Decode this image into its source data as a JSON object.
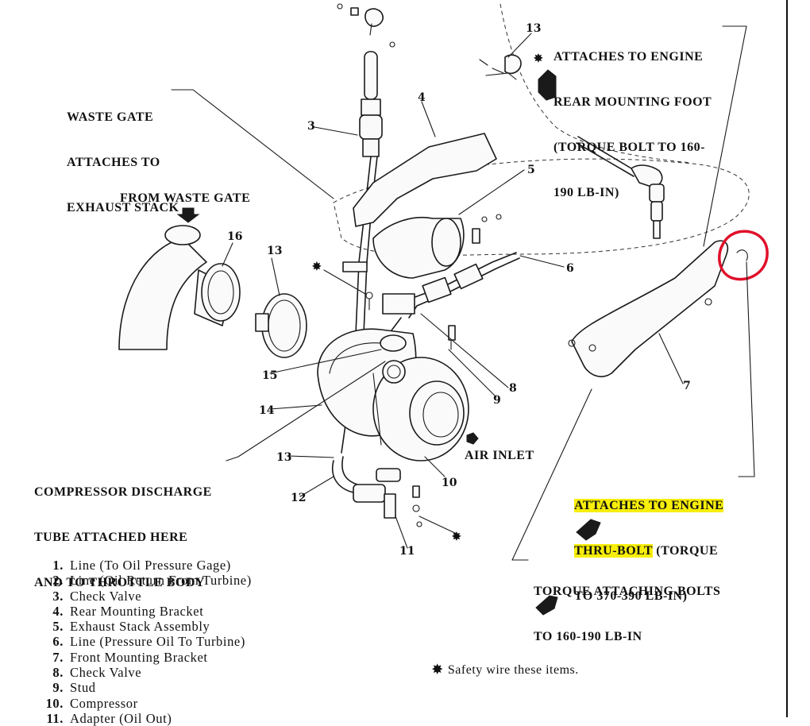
{
  "callouts": {
    "rear_foot": [
      "ATTACHES TO ENGINE",
      "REAR MOUNTING FOOT",
      "(TORQUE BOLT TO 160-",
      "190 LB-IN)"
    ],
    "waste_gate": [
      "WASTE GATE",
      "ATTACHES TO",
      "EXHAUST STACK"
    ],
    "from_waste_gate": "FROM WASTE GATE",
    "air_inlet": "AIR INLET",
    "compressor_discharge": [
      "COMPRESSOR DISCHARGE",
      "TUBE ATTACHED HERE",
      "AND TO THROTTLE BODY"
    ],
    "thru_bolt": {
      "line1_hl": "ATTACHES TO ENGINE",
      "line2_hl": "THRU-BOLT",
      "line2_rest": " (TORQUE",
      "line3": "TO 370-390 LB-IN)"
    },
    "torque_bolts": [
      "TORQUE ATTACHING BOLTS",
      "TO 160-190 LB-IN"
    ]
  },
  "part_numbers": {
    "n3": "3",
    "n4": "4",
    "n5": "5",
    "n6": "6",
    "n7": "7",
    "n8": "8",
    "n9": "9",
    "n10": "10",
    "n11": "11",
    "n12": "12",
    "n13a": "13",
    "n13b": "13",
    "n13c": "13",
    "n14": "14",
    "n15": "15",
    "n16": "16"
  },
  "legend": [
    {
      "num": "1.",
      "label": "Line (To Oil Pressure Gage)"
    },
    {
      "num": "2.",
      "label": "Line (Oil Return From Turbine)"
    },
    {
      "num": "3.",
      "label": "Check Valve"
    },
    {
      "num": "4.",
      "label": "Rear Mounting Bracket"
    },
    {
      "num": "5.",
      "label": "Exhaust Stack Assembly"
    },
    {
      "num": "6.",
      "label": "Line (Pressure Oil To Turbine)"
    },
    {
      "num": "7.",
      "label": "Front Mounting Bracket"
    },
    {
      "num": "8.",
      "label": "Check Valve"
    },
    {
      "num": "9.",
      "label": "Stud"
    },
    {
      "num": "10.",
      "label": "Compressor"
    },
    {
      "num": "11.",
      "label": "Adapter (Oil Out)"
    }
  ],
  "safety_note": {
    "symbol": "✸",
    "text": "Safety wire these items."
  },
  "colors": {
    "highlight": "#f7ee0a",
    "annotation_circle": "#e0102a",
    "ink": "#1a1a1a"
  },
  "icons": [
    "pointing-hand-icon",
    "arrow-icon",
    "safety-wire-star-icon"
  ]
}
